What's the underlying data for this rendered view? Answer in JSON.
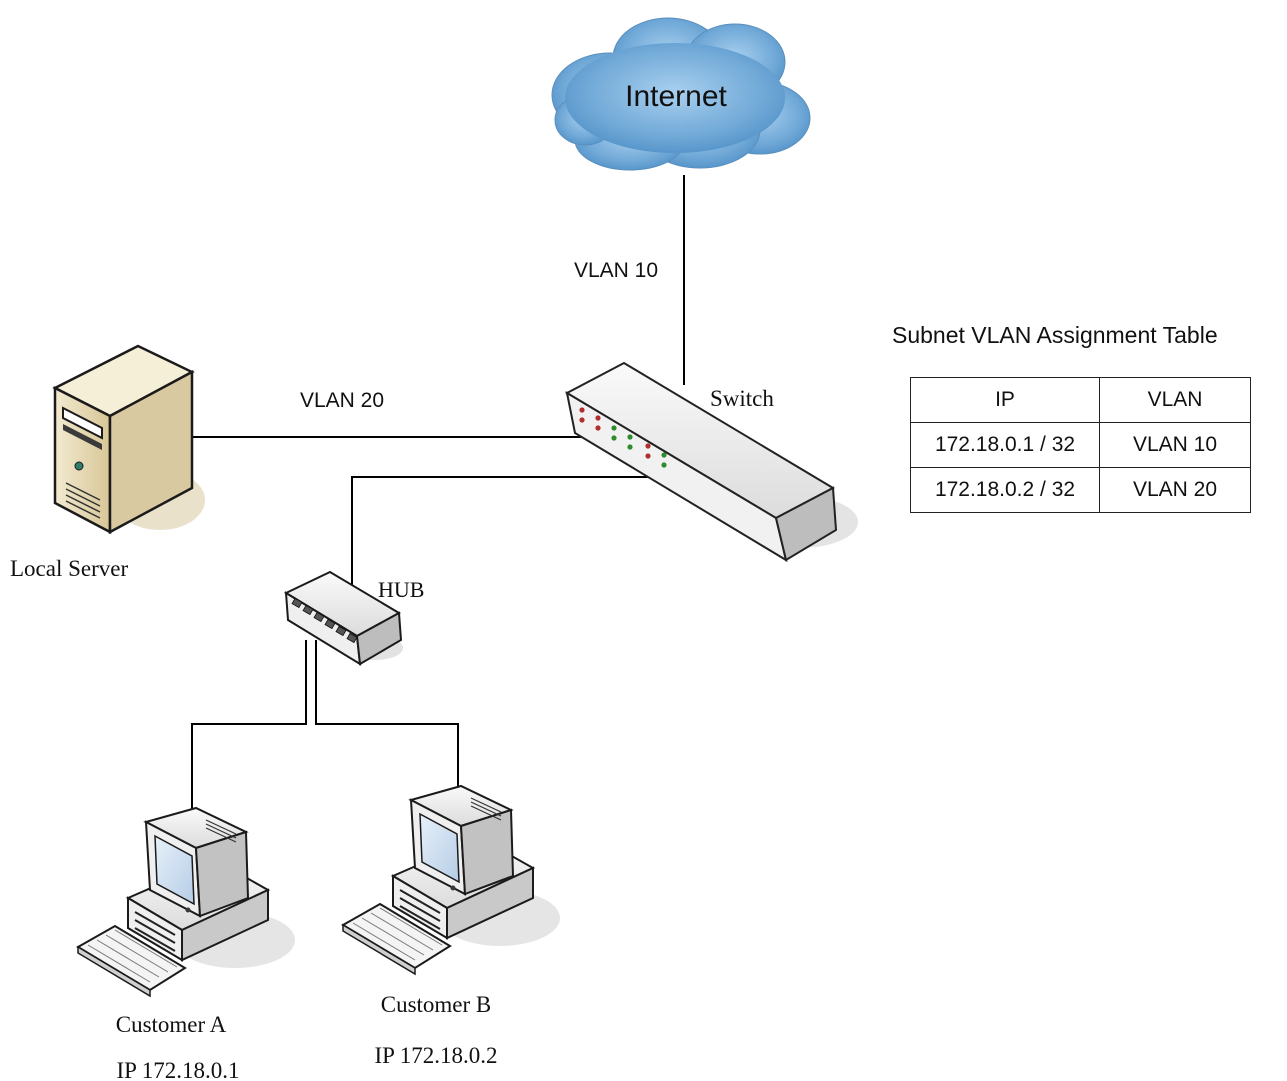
{
  "nodes": {
    "internet": "Internet",
    "switch": "Switch",
    "server": "Local Server",
    "hub": "HUB",
    "customer_a": {
      "name": "Customer A",
      "ip": "IP 172.18.0.1"
    },
    "customer_b": {
      "name": "Customer B",
      "ip": "IP 172.18.0.2"
    }
  },
  "links": {
    "internet_switch": "VLAN 10",
    "server_switch": "VLAN 20"
  },
  "table": {
    "title": "Subnet VLAN Assignment Table",
    "headers": [
      "IP",
      "VLAN"
    ],
    "rows": [
      [
        "172.18.0.1 / 32",
        "VLAN 10"
      ],
      [
        "172.18.0.2 / 32",
        "VLAN 20"
      ]
    ]
  },
  "colors": {
    "cloud": "#7fb2dc",
    "server_body": "#e8dcb8",
    "monitor_screen": "#cfe0f2",
    "device_grey": "#eeeeee",
    "switch_led_red": "#b03030",
    "switch_led_green": "#2e8b2e"
  }
}
